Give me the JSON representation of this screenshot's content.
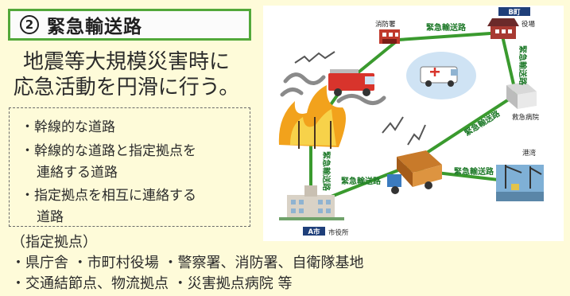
{
  "title": {
    "number": "2",
    "text": "緊急輸送路"
  },
  "lead": {
    "line1": "地震等大規模災害時に",
    "line2": "応急活動を円滑に行う。"
  },
  "bullets": [
    "・幹線的な道路",
    "・幹線的な道路と指定拠点を",
    "連絡する道路",
    "・指定拠点を相互に連絡する",
    "道路"
  ],
  "designated": {
    "heading": "（指定拠点）",
    "line1": "・県庁舎 ・市町村役場 ・警察署、消防署、自衛隊基地",
    "line2": "・交通結節点、物流拠点 ・災害拠点病院 等"
  },
  "illustration": {
    "places": {
      "fire_station": "消防署",
      "town_b_badge": "B町",
      "town_b_office": "役場",
      "hospital": "救急病院",
      "port": "港湾",
      "city_a_badge": "A市",
      "city_a_office": "市役所"
    },
    "road_label": "緊急輸送路",
    "colors": {
      "road": "#3a9a2e",
      "road_label": "#1f7a2a",
      "title_border": "#52a83a",
      "background": "#fefbd9"
    }
  }
}
